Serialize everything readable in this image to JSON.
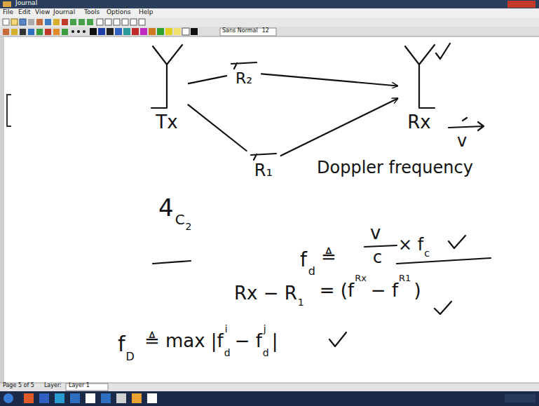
{
  "diagram": {
    "nodes": [
      {
        "text": [
          "Tx"
        ]
      },
      {
        "text": [
          "R₂"
        ]
      },
      {
        "text": [
          "R₁"
        ]
      },
      {
        "text": [
          "Rx"
        ]
      }
    ],
    "edges": [
      {
        "from": 0,
        "to": 1,
        "arrow": "none"
      },
      {
        "from": 1,
        "to": 3,
        "arrow": "to"
      },
      {
        "from": 0,
        "to": 2,
        "arrow": "none"
      },
      {
        "from": 2,
        "to": 3,
        "arrow": "to"
      }
    ],
    "labels": [
      "Journal",
      "File",
      "Edit",
      "View",
      "Journal",
      "Tools",
      "Options",
      "Help",
      "Sans Normal",
      "12",
      "v",
      "Doppler frequency",
      "4",
      "C",
      "2",
      "f",
      "d",
      "≜",
      "v",
      "c",
      "× f",
      "c",
      "Rx − R",
      "1",
      "= (f",
      "Rx",
      "− f",
      "R1",
      ")",
      "f",
      "D",
      "≜ max |f",
      "d",
      "i",
      "− f",
      "d",
      "j",
      "|",
      "Page 5 of 5",
      "Layer:",
      "Layer 1"
    ]
  }
}
